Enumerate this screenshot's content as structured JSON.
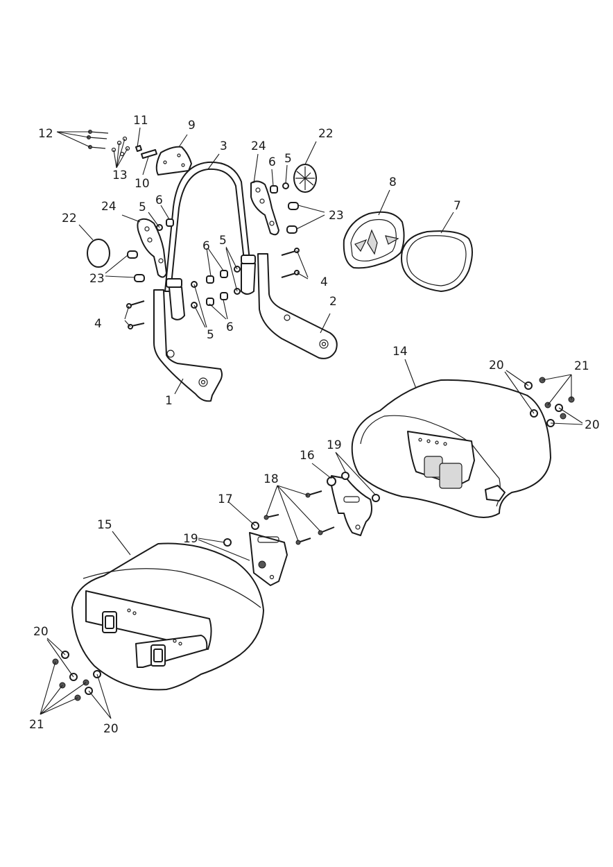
{
  "callouts": {
    "c1": "1",
    "c2": "2",
    "c3": "3",
    "c4a": "4",
    "c4b": "4",
    "c5a": "5",
    "c5b": "5",
    "c5c": "5",
    "c5d": "5",
    "c6a": "6",
    "c6b": "6",
    "c6c": "6",
    "c6d": "6",
    "c7": "7",
    "c8": "8",
    "c9": "9",
    "c10": "10",
    "c11": "11",
    "c12": "12",
    "c13": "13",
    "c14": "14",
    "c15": "15",
    "c16": "16",
    "c17": "17",
    "c18": "18",
    "c19a": "19",
    "c19b": "19",
    "c20a": "20",
    "c20b": "20",
    "c20c": "20",
    "c20d": "20",
    "c21a": "21",
    "c21b": "21",
    "c22a": "22",
    "c22b": "22",
    "c23a": "23",
    "c23b": "23",
    "c24a": "24",
    "c24b": "24"
  },
  "colors": {
    "line": "#1a1a1a",
    "background": "#ffffff"
  }
}
